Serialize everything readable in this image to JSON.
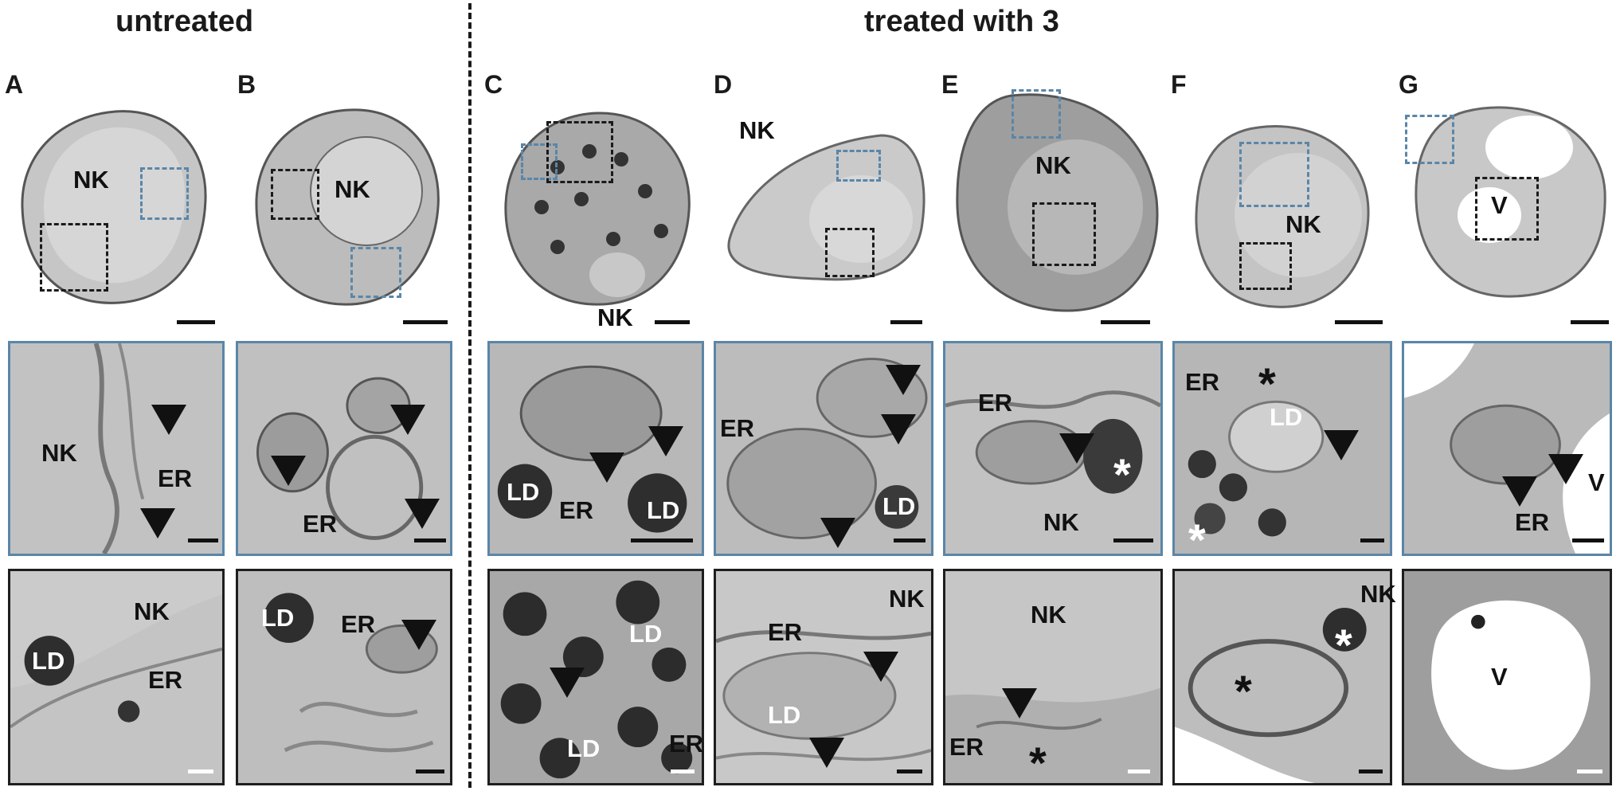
{
  "headers": {
    "untreated": "untreated",
    "treated": "treated with 3"
  },
  "columns": [
    "A",
    "B",
    "C",
    "D",
    "E",
    "F",
    "G"
  ],
  "labels": {
    "nk": "NK",
    "er": "ER",
    "ld": "LD",
    "v": "V",
    "asterisk": "*"
  },
  "colors": {
    "blue_frame": "#5a86a8",
    "dark_frame": "#1e1e1e",
    "tissue": "#bdbdbd"
  }
}
